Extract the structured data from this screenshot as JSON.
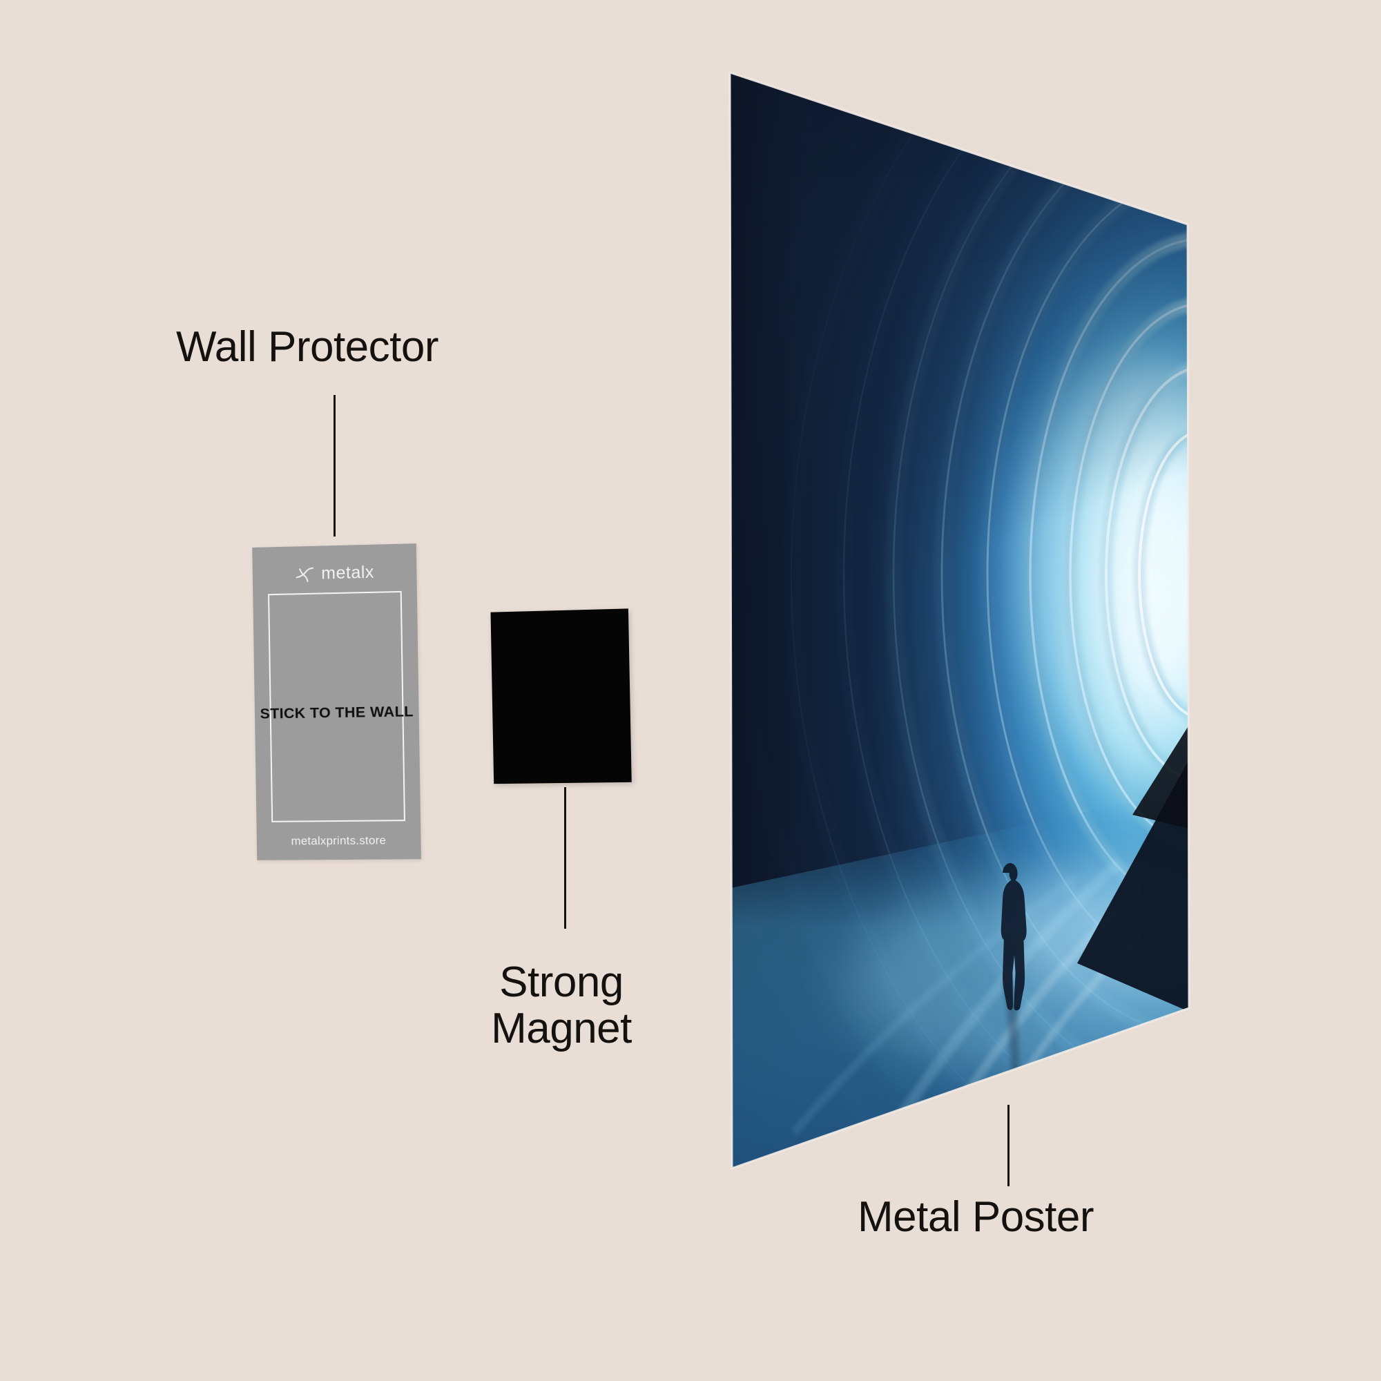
{
  "scene": {
    "background_color": "#e9ded6",
    "ink_color": "#14110f",
    "title": "Metal poster mounting components diagram"
  },
  "annotations": [
    {
      "id": "wall-protector",
      "label": "Wall Protector",
      "leader": "vertical-line"
    },
    {
      "id": "strong-magnet",
      "label": "Strong\nMagnet",
      "leader": "vertical-line"
    },
    {
      "id": "metal-poster",
      "label": "Metal Poster",
      "leader": "vertical-line"
    }
  ],
  "wall_protector": {
    "brand": "metalx",
    "brand_icon": "metalx-propeller-icon",
    "headline": "STICK TO THE WALL",
    "url": "metalxprints.store",
    "card_color": "#9c9c9c",
    "frame_color": "#f4f4f4",
    "headline_color": "#101010",
    "url_color": "#f1f1f1"
  },
  "magnet": {
    "name": "Strong Magnet",
    "color": "#050505",
    "shape": "square-tile"
  },
  "metal_poster": {
    "name": "Metal Poster",
    "artwork_subject": "Glowing blue arched tunnel with lone walking figure silhouette",
    "palette": {
      "deep_navy": "#0d1f3c",
      "mid_blue": "#1d4f86",
      "bright_blue": "#2f8fc9",
      "glow_cyan": "#9fe4f2",
      "glow_white": "#f4fbfd",
      "shadow_black": "#060d1a"
    },
    "corners": {
      "top_left": "1057,105",
      "top_right": "1720,325",
      "bottom_right": "1722,1460",
      "bottom_left": "1060,1692"
    }
  }
}
